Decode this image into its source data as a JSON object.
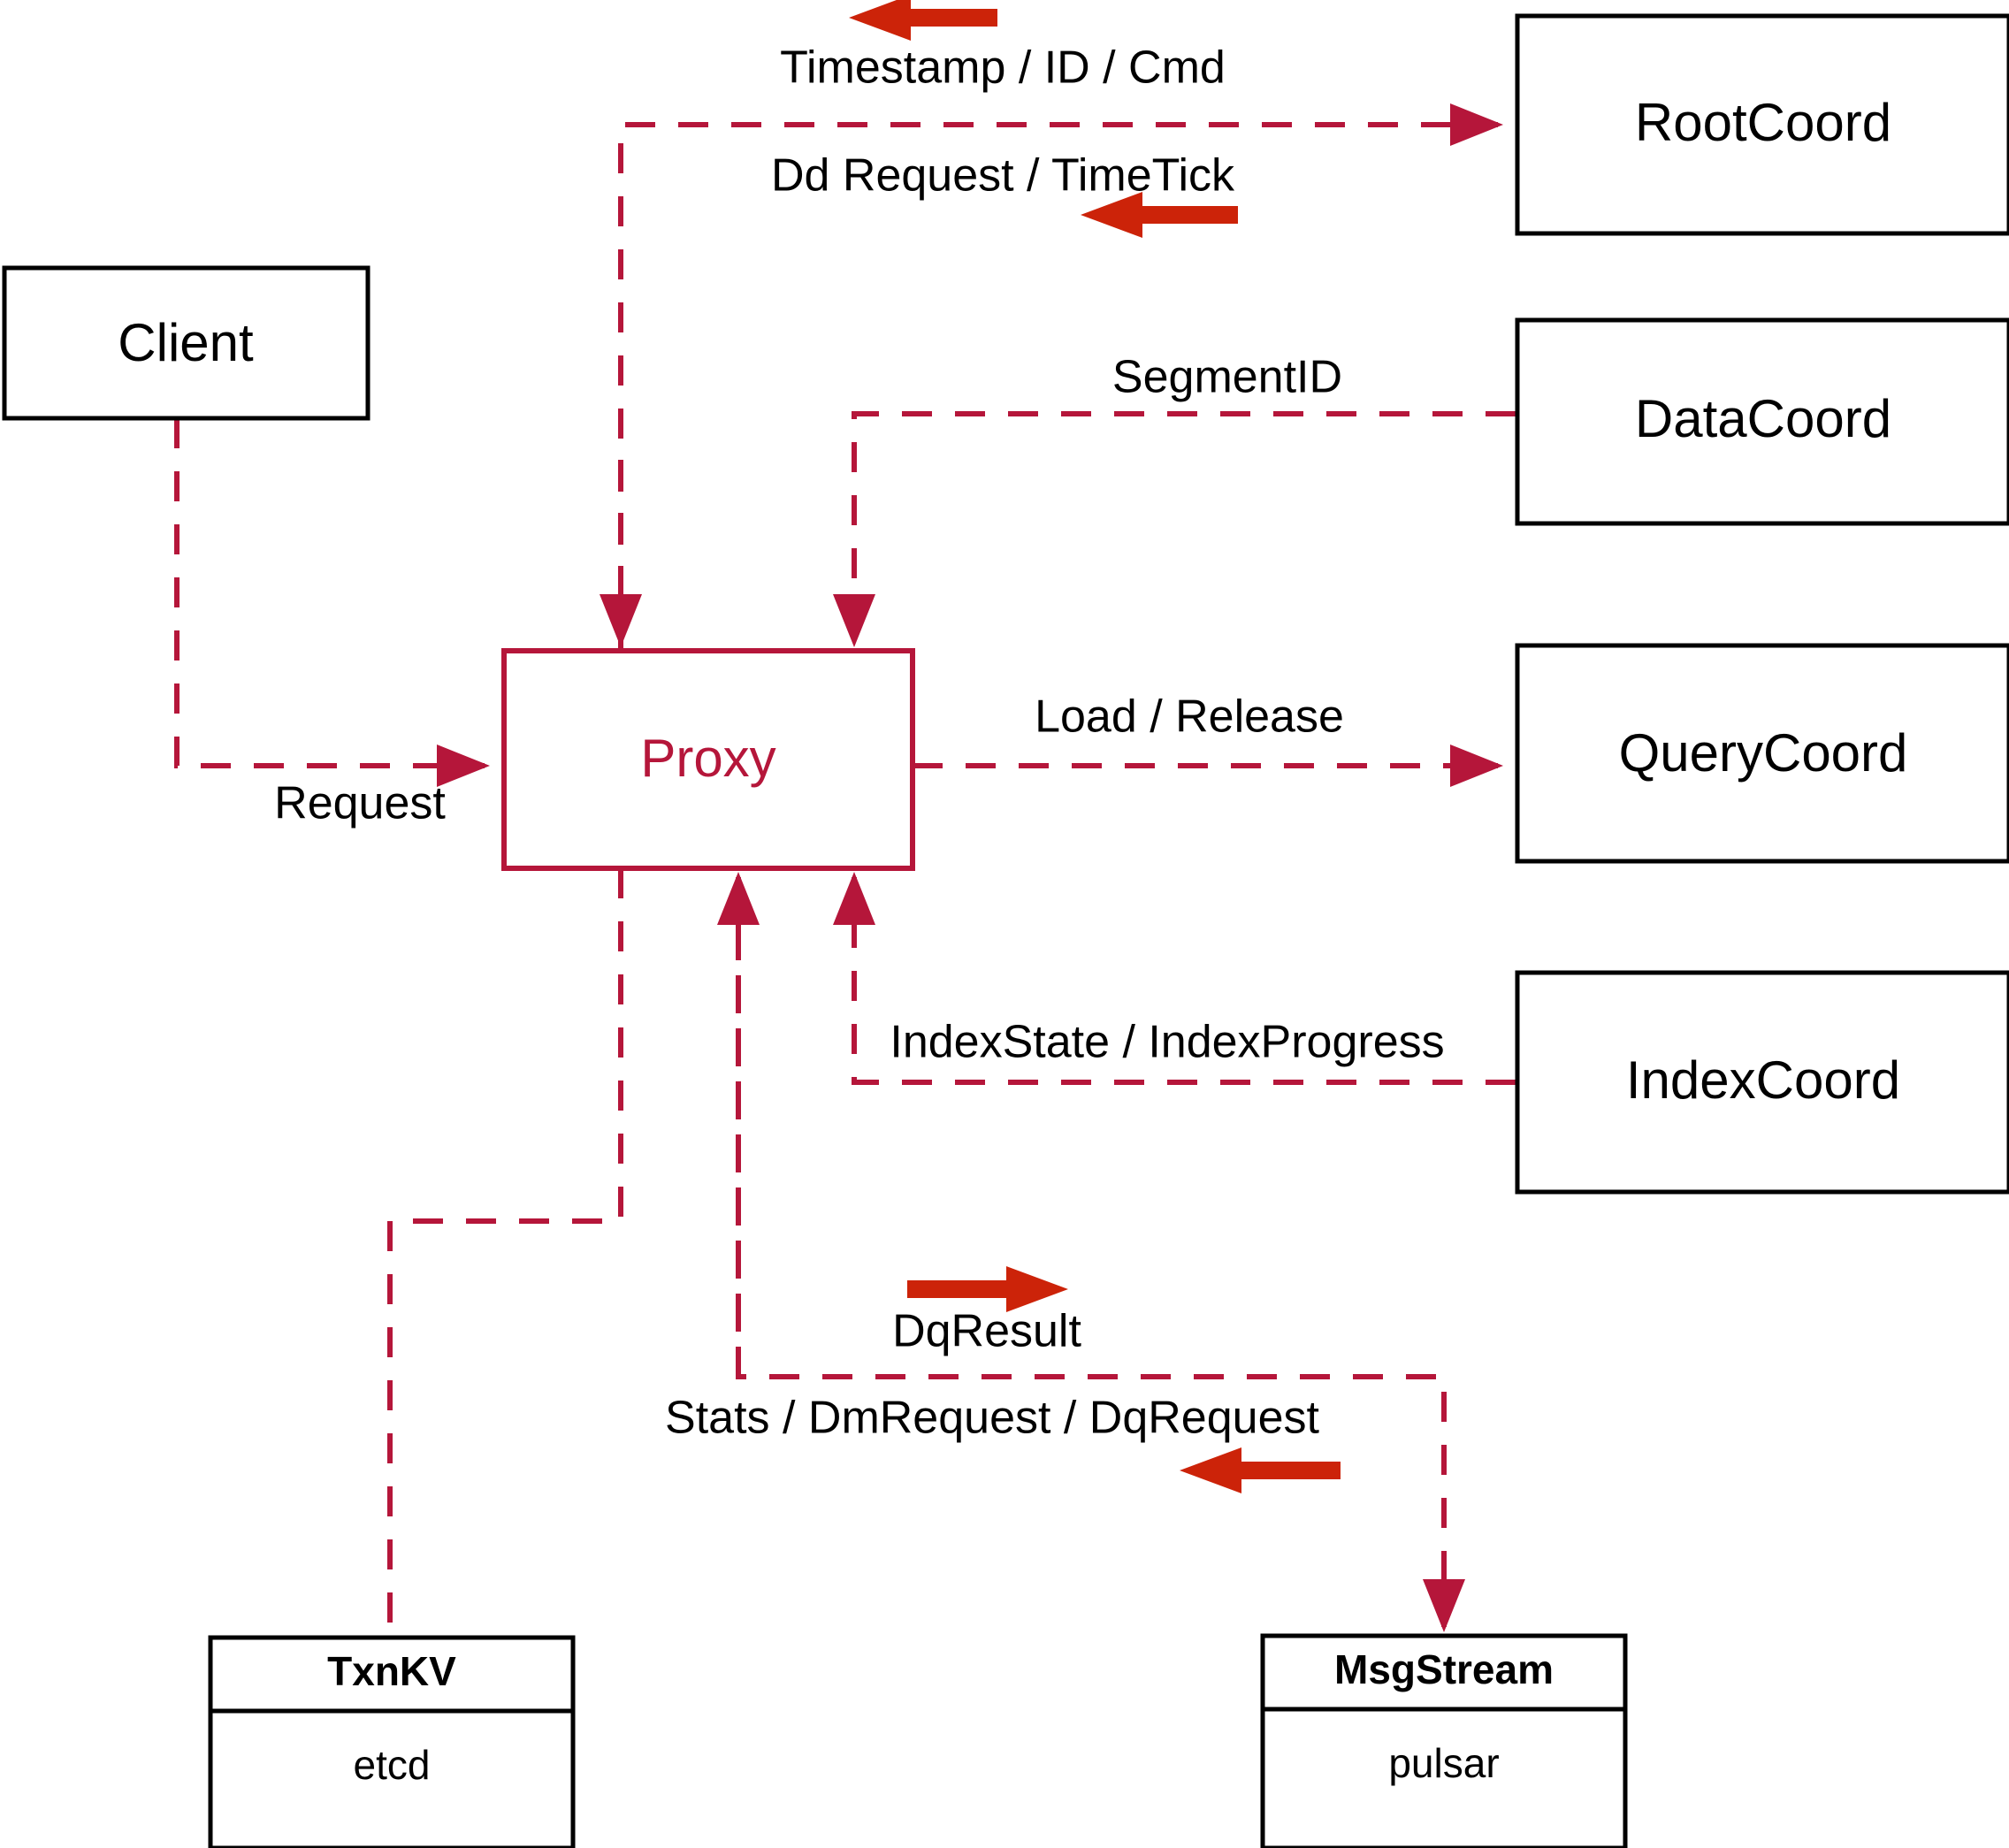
{
  "diagram": {
    "title": "Milvus Proxy interaction diagram",
    "colors": {
      "accent": "#B5163A",
      "flow_arrow": "#CC2309",
      "node_stroke": "#000000",
      "background": "#ffffff"
    },
    "nodes": {
      "client": {
        "label": "Client"
      },
      "proxy": {
        "label": "Proxy"
      },
      "root_coord": {
        "label": "RootCoord"
      },
      "data_coord": {
        "label": "DataCoord"
      },
      "query_coord": {
        "label": "QueryCoord"
      },
      "index_coord": {
        "label": "IndexCoord"
      },
      "txnkv": {
        "title": "TxnKV",
        "impl": "etcd"
      },
      "msgstream": {
        "title": "MsgStream",
        "impl": "pulsar"
      }
    },
    "edge_labels": {
      "timestamp_id_cmd": "Timestamp / ID / Cmd",
      "dd_request_timetick": "Dd Request / TimeTick",
      "segment_id": "SegmentID",
      "request": "Request",
      "load_release": "Load / Release",
      "index_state_progress": "IndexState / IndexProgress",
      "dq_result": "DqResult",
      "stats_dm_dq_request": "Stats / DmRequest / DqRequest"
    },
    "flow_arrows": [
      {
        "name": "timestamp-flow-arrow",
        "direction": "left"
      },
      {
        "name": "dd-request-flow-arrow",
        "direction": "right"
      },
      {
        "name": "dq-result-flow-arrow",
        "direction": "left"
      },
      {
        "name": "stats-request-flow-arrow",
        "direction": "right"
      }
    ]
  }
}
